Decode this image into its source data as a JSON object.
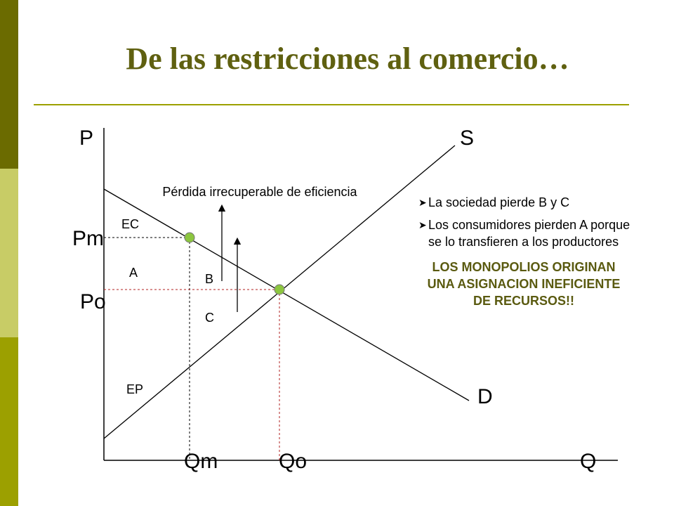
{
  "slide": {
    "title": "De las restricciones al comercio…"
  },
  "diagram": {
    "axis_y_label": "P",
    "axis_x_label": "Q",
    "supply_label": "S",
    "demand_label": "D",
    "price_monopoly": "Pm",
    "price_competitive": "Po",
    "qty_monopoly": "Qm",
    "qty_competitive": "Qo",
    "area_ec": "EC",
    "area_a": "A",
    "area_b": "B",
    "area_c": "C",
    "area_ep": "EP",
    "deadweight_label": "Pérdida irrecuperable de eficiencia"
  },
  "notes": {
    "bullets": [
      "La sociedad pierde B y C",
      "Los consumidores pierden A porque se lo transfieren a los productores"
    ],
    "conclusion": "LOS MONOPOLIOS ORIGINAN UNA ASIGNACION INEFICIENTE DE RECURSOS!!"
  },
  "colors": {
    "accent": "#5f6010",
    "point_fill": "#8cc63f",
    "dotted_black": "#000000",
    "dotted_red": "#b22222"
  }
}
